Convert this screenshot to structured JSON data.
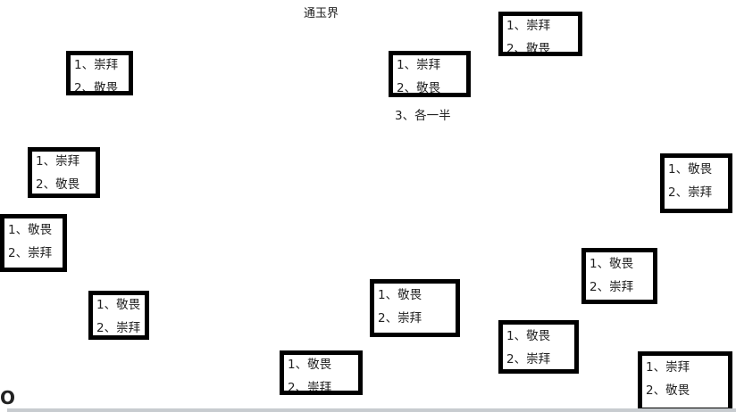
{
  "title": "通玉界",
  "boxes": [
    {
      "l1": "1、崇拜",
      "l2": "2、敬畏"
    },
    {
      "l1": "1、崇拜",
      "l2": "2、敬畏"
    },
    {
      "l1": "1、崇拜",
      "l2": "2、敬畏"
    },
    {
      "l1": "1、崇拜",
      "l2": "2、敬畏"
    },
    {
      "l1": "1、敬畏",
      "l2": "2、崇拜"
    },
    {
      "l1": "1、敬畏",
      "l2": "2、崇拜"
    },
    {
      "l1": "1、敬畏",
      "l2": "2、崇拜"
    },
    {
      "l1": "1、敬畏",
      "l2": "2、崇拜"
    },
    {
      "l1": "1、敬畏",
      "l2": "2、崇拜"
    },
    {
      "l1": "1、敬畏",
      "l2": "2、崇拜"
    },
    {
      "l1": "1、敬畏",
      "l2": "2、崇拜"
    },
    {
      "l1": "1、崇拜",
      "l2": "2、敬畏"
    }
  ],
  "extra_option": "3、各一半",
  "corner_mark": "O"
}
